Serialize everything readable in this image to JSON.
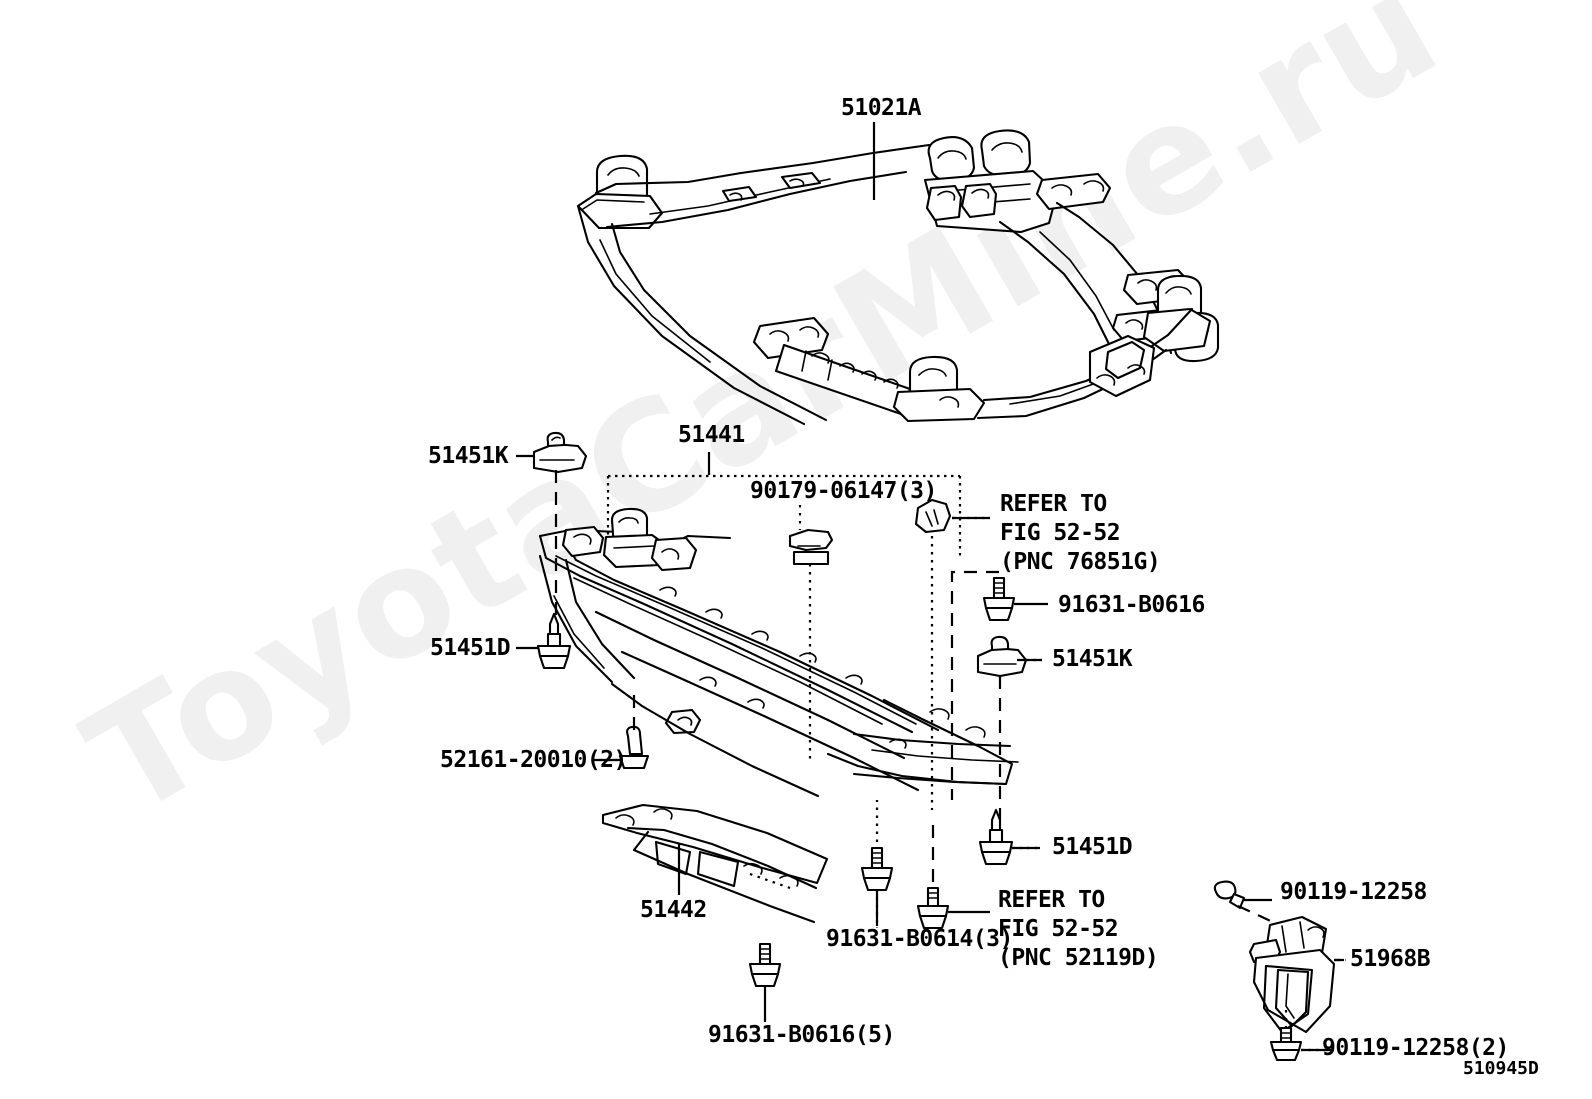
{
  "diagram": {
    "figure_code": "510945D",
    "watermark": "ToyotaCarMine.ru",
    "background_color": "#ffffff",
    "line_color": "#000000",
    "watermark_color": "#f0f0f0"
  },
  "labels": {
    "subframe": "51021A",
    "crossmember_brace_left_clip": "51451K",
    "crossmember_center": "51441",
    "clip_90179": "90179-06147(3)",
    "refer_76851g": "REFER TO\nFIG 52-52\n(PNC 76851G)",
    "bolt_91631_b0616_top": "91631-B0616",
    "clip_51451k_right": "51451K",
    "bolt_51451d_left": "51451D",
    "clip_52161": "52161-20010(2)",
    "brace_51442": "51442",
    "bolt_51451d_right": "51451D",
    "refer_52119d": "REFER TO\nFIG 52-52\n(PNC 52119D)",
    "bolt_91631_b0614": "91631-B0614(3)",
    "bolt_91631_b0616_bottom": "91631-B0616(5)",
    "bolt_90119_top": "90119-12258",
    "bracket_51968b": "51968B",
    "bolt_90119_bottom": "90119-12258(2)"
  }
}
